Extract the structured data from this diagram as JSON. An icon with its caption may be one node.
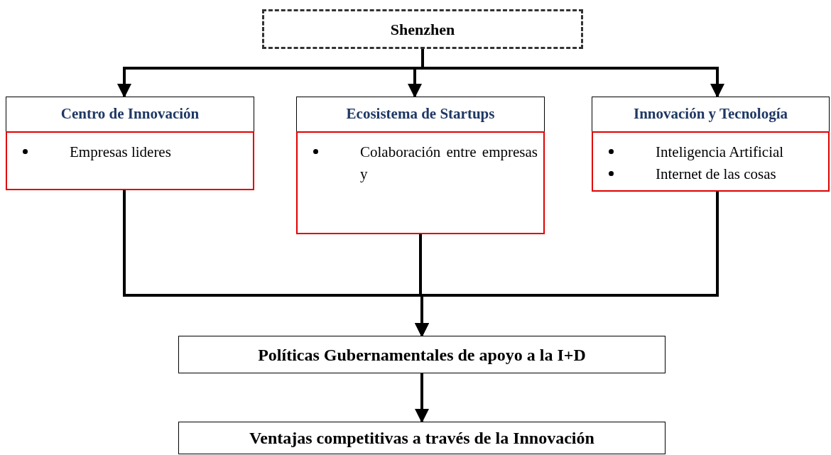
{
  "diagram": {
    "nodes": [
      {
        "text": [
          "Shenzhen"
        ]
      },
      {
        "text": [
          "Centro de Innovación",
          "Empresas lideres"
        ]
      },
      {
        "text": [
          "Ecosistema de Startups",
          "Colaboración entre empresas y"
        ]
      },
      {
        "text": [
          "Innovación y Tecnología",
          "Inteligencia Artificial",
          "Internet de las cosas"
        ]
      },
      {
        "text": [
          "Políticas Gubernamentales de apoyo a la I+D"
        ]
      },
      {
        "text": [
          "Ventajas competitivas a través de la Innovación"
        ]
      }
    ],
    "edges": [
      {
        "from": 0,
        "to": 1,
        "arrow": "to"
      },
      {
        "from": 0,
        "to": 2,
        "arrow": "to"
      },
      {
        "from": 0,
        "to": 3,
        "arrow": "to"
      },
      {
        "from": 1,
        "to": 4,
        "arrow": "to"
      },
      {
        "from": 2,
        "to": 4,
        "arrow": "to"
      },
      {
        "from": 3,
        "to": 4,
        "arrow": "to"
      },
      {
        "from": 4,
        "to": 5,
        "arrow": "to"
      }
    ]
  }
}
